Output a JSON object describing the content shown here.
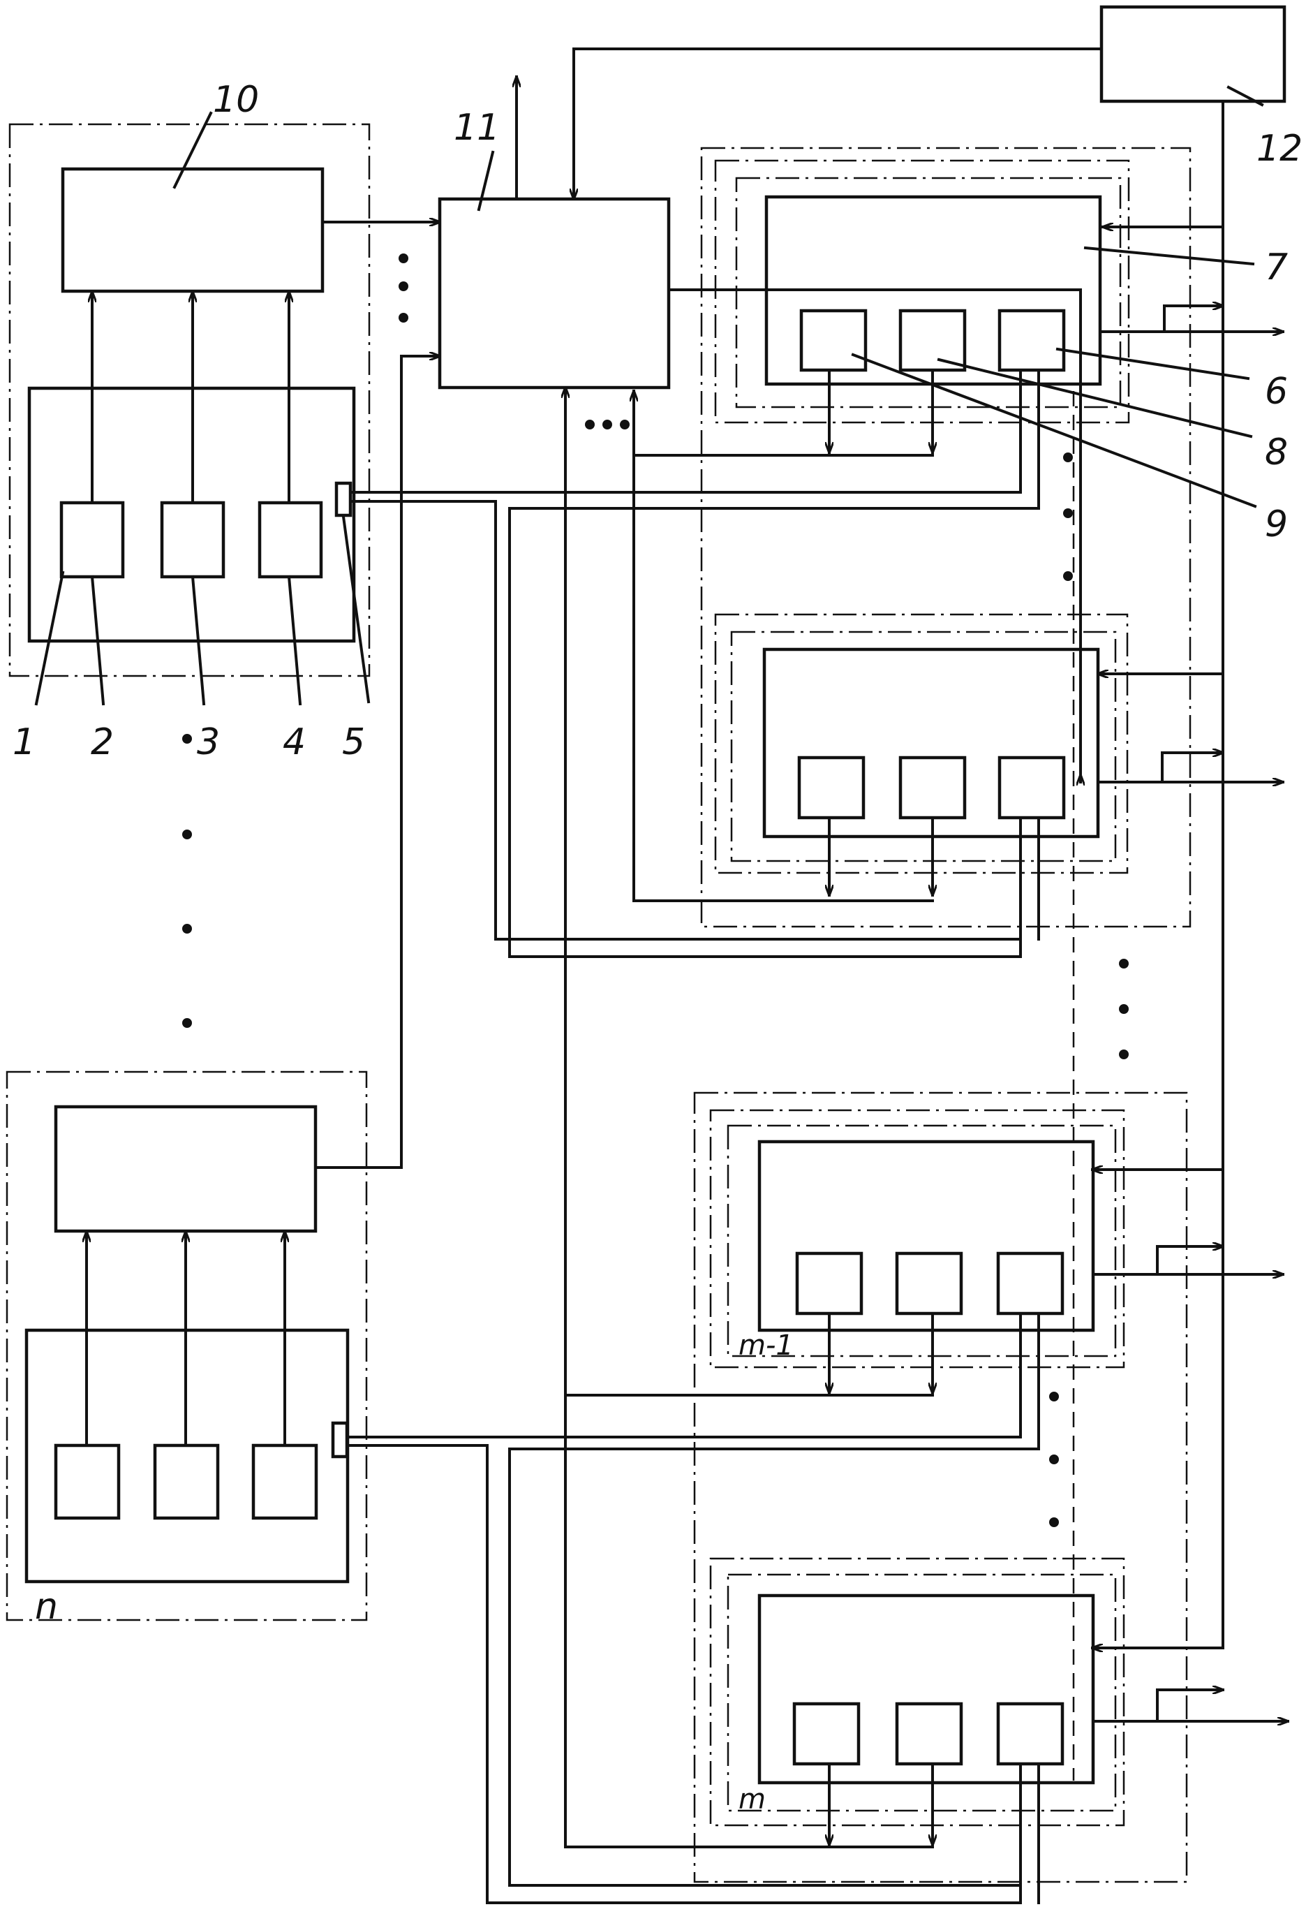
{
  "labels": {
    "l1": "1",
    "l2": "2",
    "l3": "3",
    "l4": "4",
    "l5": "5",
    "l6": "6",
    "l7": "7",
    "l8": "8",
    "l9": "9",
    "l10": "10",
    "l11": "11",
    "l12": "12",
    "ln": "n",
    "lm1": "m-1",
    "lm": "m"
  }
}
